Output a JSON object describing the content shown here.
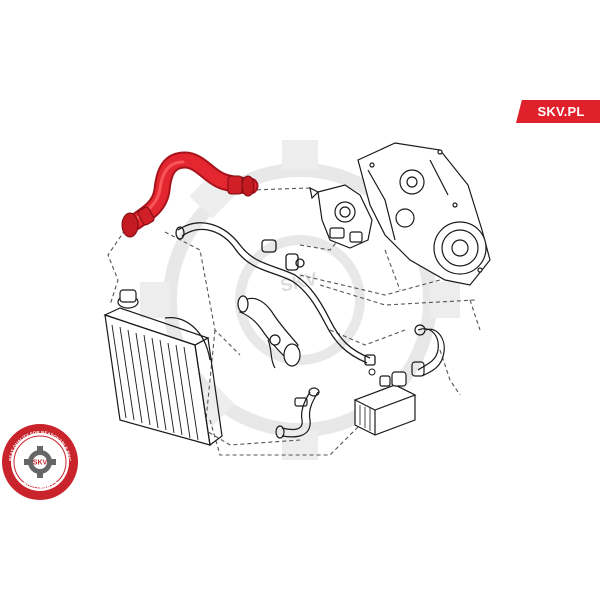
{
  "brand": {
    "site_label": "SKV.PL",
    "accent_color": "#e0202a"
  },
  "seal": {
    "top_text": "GREAT QUALITY FOR REASONABLE PRICE",
    "center_text": "SKV",
    "bottom_text": "AUTO PARTS",
    "ring_color": "#c9242b"
  },
  "watermark": {
    "text": "SKV",
    "color": "#e9e9e9"
  },
  "diagram": {
    "highlighted_part": "radiator-upper-hose",
    "highlight_color": "#e3262f",
    "line_color": "#1a1a1a",
    "leader_style": "dashed"
  }
}
